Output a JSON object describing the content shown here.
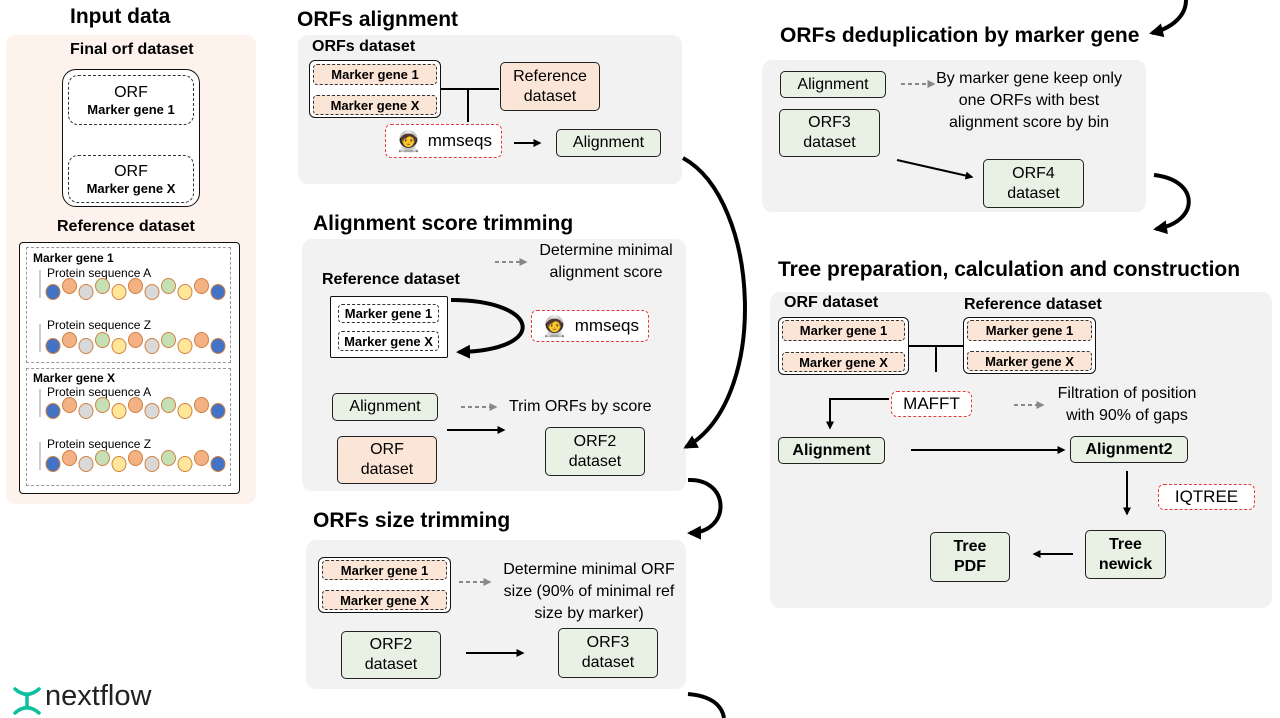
{
  "input_data": {
    "title": "Input data",
    "final_orf_title": "Final orf dataset",
    "orf_label": "ORF",
    "marker_gene_1": "Marker gene 1",
    "marker_gene_x": "Marker gene X",
    "reference_title": "Reference dataset",
    "protein_a": "Protein sequence A",
    "protein_z": "Protein sequence Z"
  },
  "orfs_alignment": {
    "title": "ORFs alignment",
    "subtitle": "ORFs dataset",
    "marker_gene_1": "Marker gene 1",
    "marker_gene_x": "Marker gene X",
    "reference": "Reference dataset",
    "tool": "mmseqs",
    "output": "Alignment"
  },
  "score_trimming": {
    "title": "Alignment score trimming",
    "reference_title": "Reference dataset",
    "marker_gene_1": "Marker gene 1",
    "marker_gene_x": "Marker gene X",
    "note_min_score": "Determine minimal alignment score",
    "tool": "mmseqs",
    "alignment": "Alignment",
    "note_trim": "Trim ORFs by score",
    "orf_dataset": "ORF dataset",
    "orf2_dataset": "ORF2 dataset"
  },
  "size_trimming": {
    "title": "ORFs size trimming",
    "marker_gene_1": "Marker gene 1",
    "marker_gene_x": "Marker gene X",
    "note": "Determine minimal ORF size (90% of minimal ref size by marker)",
    "orf2_dataset": "ORF2 dataset",
    "orf3_dataset": "ORF3 dataset"
  },
  "deduplication": {
    "title": "ORFs deduplication by marker gene",
    "alignment": "Alignment",
    "note": "By marker gene keep only one ORFs with best alignment score by bin",
    "orf3_dataset": "ORF3 dataset",
    "orf4_dataset": "ORF4 dataset"
  },
  "tree": {
    "title": "Tree preparation, calculation and construction",
    "orf_dataset_title": "ORF dataset",
    "reference_title": "Reference dataset",
    "marker_gene_1": "Marker gene 1",
    "marker_gene_x": "Marker gene X",
    "tool_mafft": "MAFFT",
    "note_filtration": "Filtration of position with 90% of gaps",
    "alignment": "Alignment",
    "alignment2": "Alignment2",
    "tool_iqtree": "IQTREE",
    "tree_newick": "Tree newick",
    "tree_pdf": "Tree PDF"
  },
  "logo": {
    "text": "nextflow",
    "icon": "nextflow-logo-icon",
    "color": "#0dc09d"
  },
  "colors": {
    "panel_gray": "#f2f2f2",
    "panel_peach": "#fdf3ec",
    "box_green": "#e8f1e4",
    "box_peach": "#fbe5d6",
    "tool_border": "#e23b3b"
  },
  "sequence_bead_colors": [
    "#4472c4",
    "#f4b183",
    "#d9d9d9",
    "#c5e0b4",
    "#ffe699"
  ]
}
